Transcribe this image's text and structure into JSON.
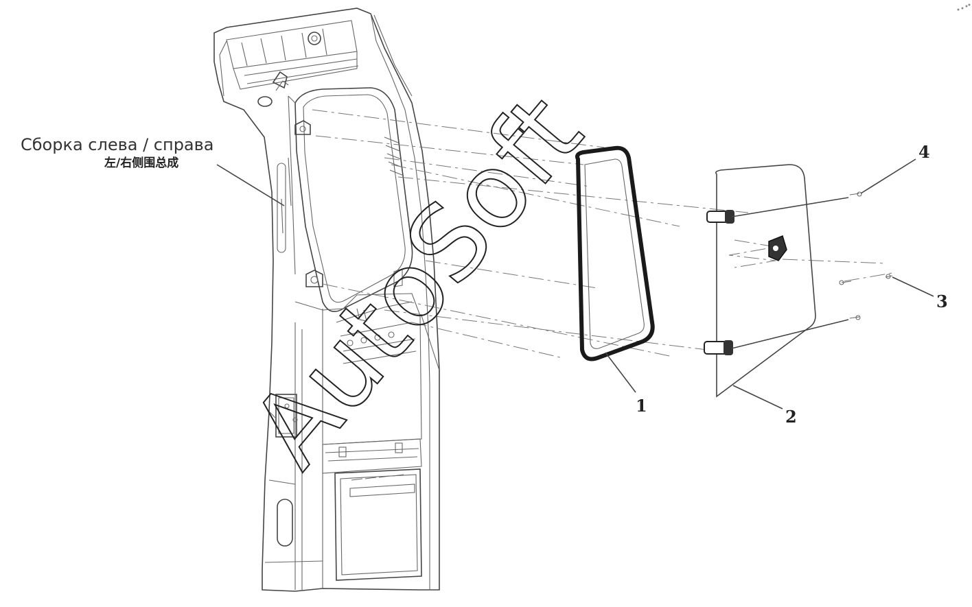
{
  "labels": {
    "assembly_ru": "Сборка слева / справа",
    "assembly_cn": "左/右侧围总成",
    "part_1": "1",
    "part_2": "2",
    "part_3": "3",
    "part_4": "4"
  },
  "watermark": {
    "text": "AutoSoft",
    "color": "#222222"
  },
  "colors": {
    "line": "#444444",
    "background": "#ffffff"
  }
}
